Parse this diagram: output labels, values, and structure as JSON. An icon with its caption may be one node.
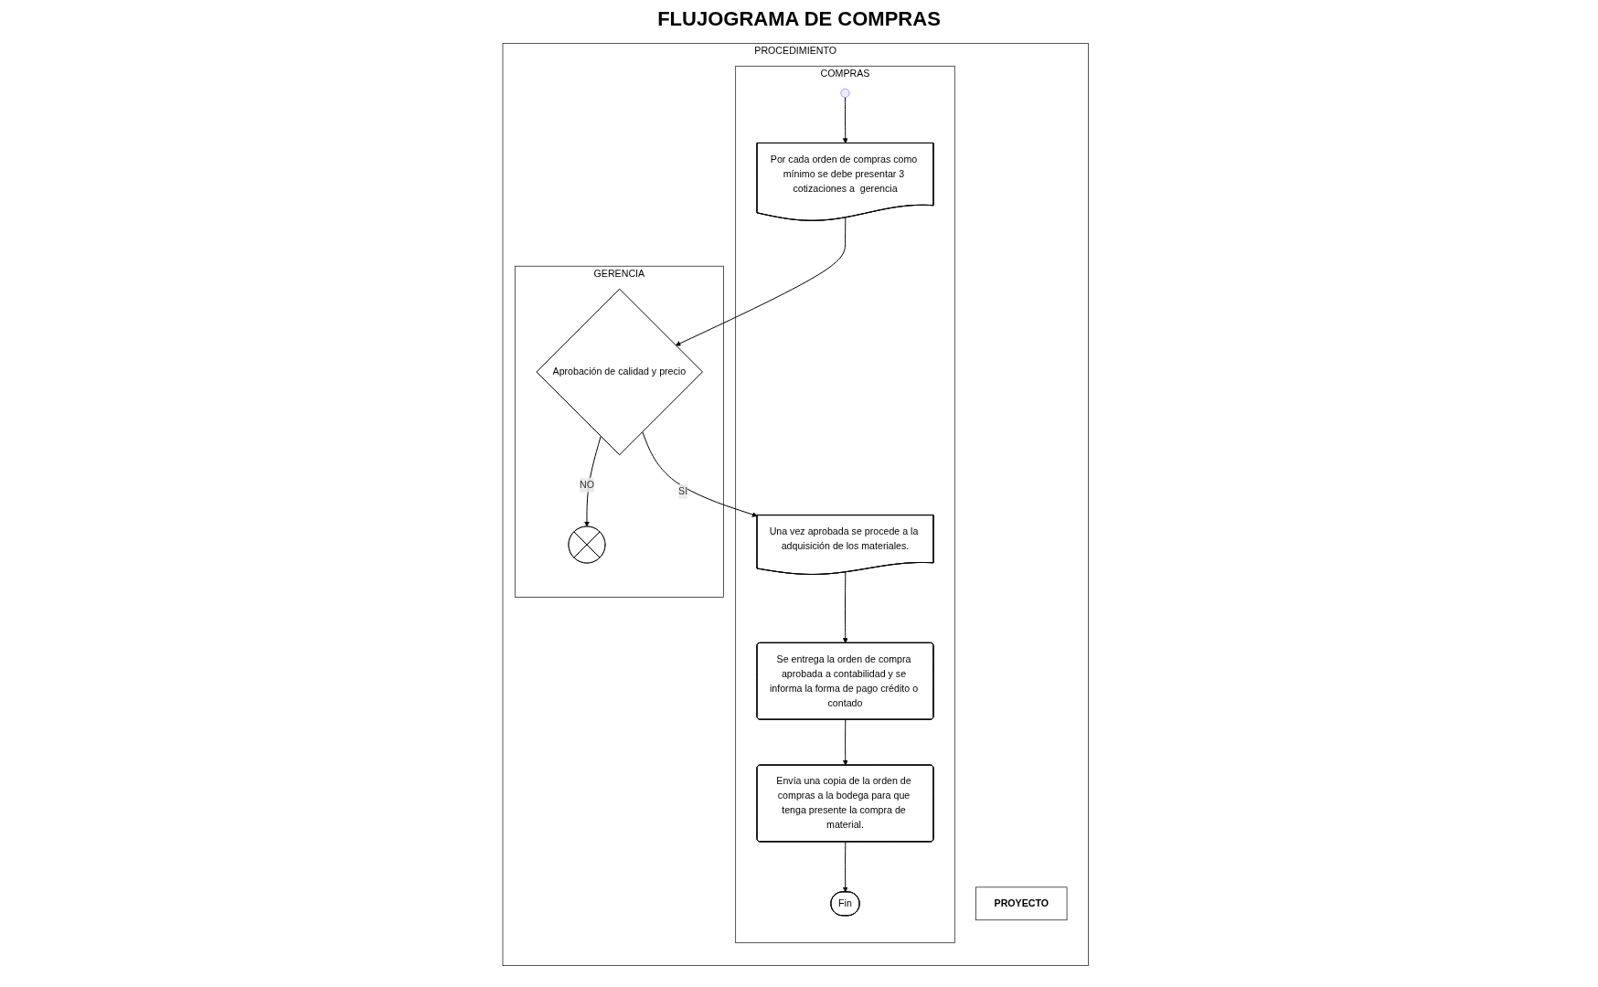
{
  "diagram": {
    "title": "FLUJOGRAMA DE COMPRAS",
    "nodes": [
      {
        "text": [
          "PROCEDIMIENTO"
        ]
      },
      {
        "text": [
          "PROYECTO"
        ],
        "in": 0
      },
      {
        "text": [
          "COMPRAS"
        ],
        "in": 0
      },
      {
        "text": [
          "GERENCIA"
        ],
        "in": 0
      },
      {
        "text": [
          "Por cada orden de compras como mínimo se debe presentar 3 cotizaciones a  gerencia"
        ],
        "in": 2
      },
      {
        "text": [
          "Una vez aprobada se procede a la adquisición de los materiales."
        ],
        "in": 2
      },
      {
        "text": [
          "Se entrega la orden de compra aprobada a contabilidad y se informa la forma de pago crédito o contado"
        ],
        "in": 2
      },
      {
        "text": [
          "Envía una copia de la orden de compras a la bodega para que tenga presente la compra de material."
        ],
        "in": 2
      },
      {
        "text": [
          "Fin"
        ],
        "in": 2
      },
      {
        "text": [
          "Aprobación de calidad y precio"
        ],
        "in": 3
      },
      {
        "text": [],
        "shape": "circle",
        "in": 3
      }
    ],
    "edges": [
      {
        "from": null,
        "to": 4,
        "arrow": "to"
      },
      {
        "from": 4,
        "to": 9,
        "arrow": "to"
      },
      {
        "from": 9,
        "to": 5,
        "arrow": "to",
        "label": "SI"
      },
      {
        "from": 5,
        "to": 6,
        "arrow": "to"
      },
      {
        "from": 6,
        "to": 7,
        "arrow": "to"
      },
      {
        "from": 7,
        "to": 8,
        "arrow": "to"
      },
      {
        "from": 9,
        "to": 10,
        "arrow": "to",
        "label": "NO"
      }
    ]
  }
}
